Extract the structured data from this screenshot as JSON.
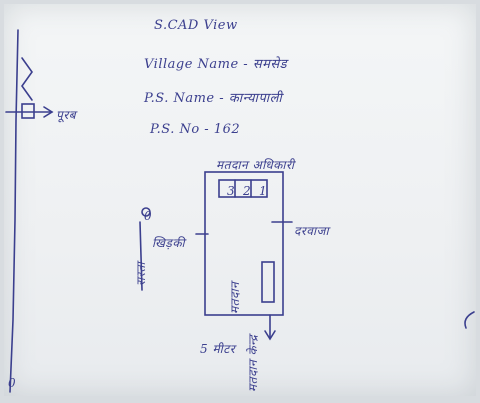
{
  "header": {
    "title": "S.CAD View",
    "village": "Village Name - समसेड",
    "ps_name": "P.S. Name - कान्यापाली",
    "ps_no": "P.S. No - 162"
  },
  "sketch": {
    "top_label": "मतदान अधिकारी",
    "booth_codes": [
      "3",
      "2",
      "1"
    ],
    "left_label": "खिड़की",
    "right_label": "दरवाजा",
    "left_side_label": "रास्ता",
    "inner_label": "मतदान",
    "bottom_left_label": "5 मीटर",
    "bottom_right_label": "मतदान केन्द्र",
    "circle_mark": "0"
  },
  "margin": {
    "label_right": "पूरब",
    "bottom_mark": "0"
  },
  "colors": {
    "ink": "#3b3f8e",
    "paper": "#f1f3f5"
  }
}
